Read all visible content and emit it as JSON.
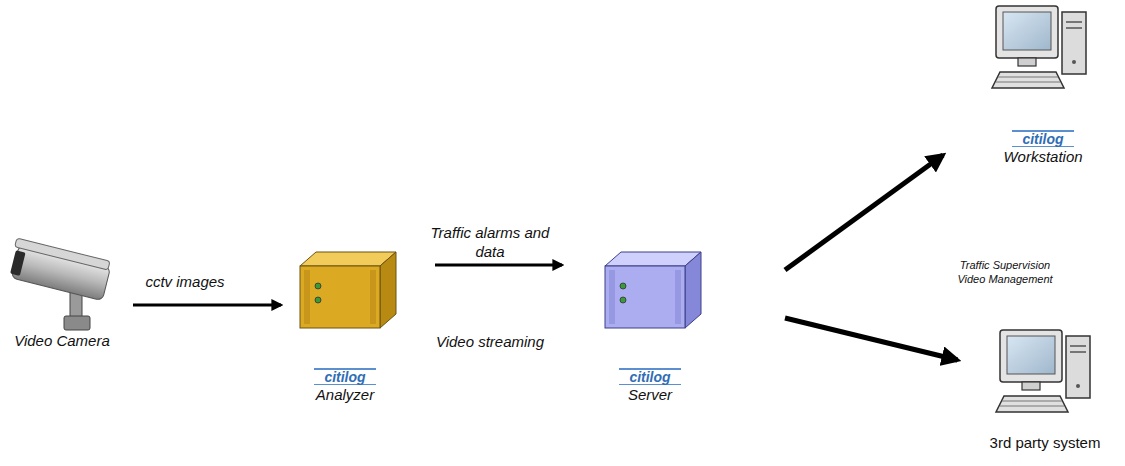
{
  "diagram": {
    "nodes": [
      {
        "text": [
          "Video Camera"
        ]
      },
      {
        "text": [
          "citilog",
          "Analyzer"
        ]
      },
      {
        "text": [
          "citilog",
          "Server"
        ]
      },
      {
        "text": [
          "citilog",
          "Workstation"
        ]
      },
      {
        "text": [
          "3rd party system"
        ]
      }
    ],
    "edges": [
      {
        "from": 0,
        "to": 1,
        "arrow": "to",
        "label": "cctv images"
      },
      {
        "from": 1,
        "to": 2,
        "arrow": "to",
        "label": "Traffic alarms and data"
      },
      {
        "from": 2,
        "to": 3,
        "arrow": "to"
      },
      {
        "from": 2,
        "to": 4,
        "arrow": "to"
      }
    ],
    "labels": [
      "Video streaming",
      "Traffic Supervision Video Management"
    ]
  }
}
